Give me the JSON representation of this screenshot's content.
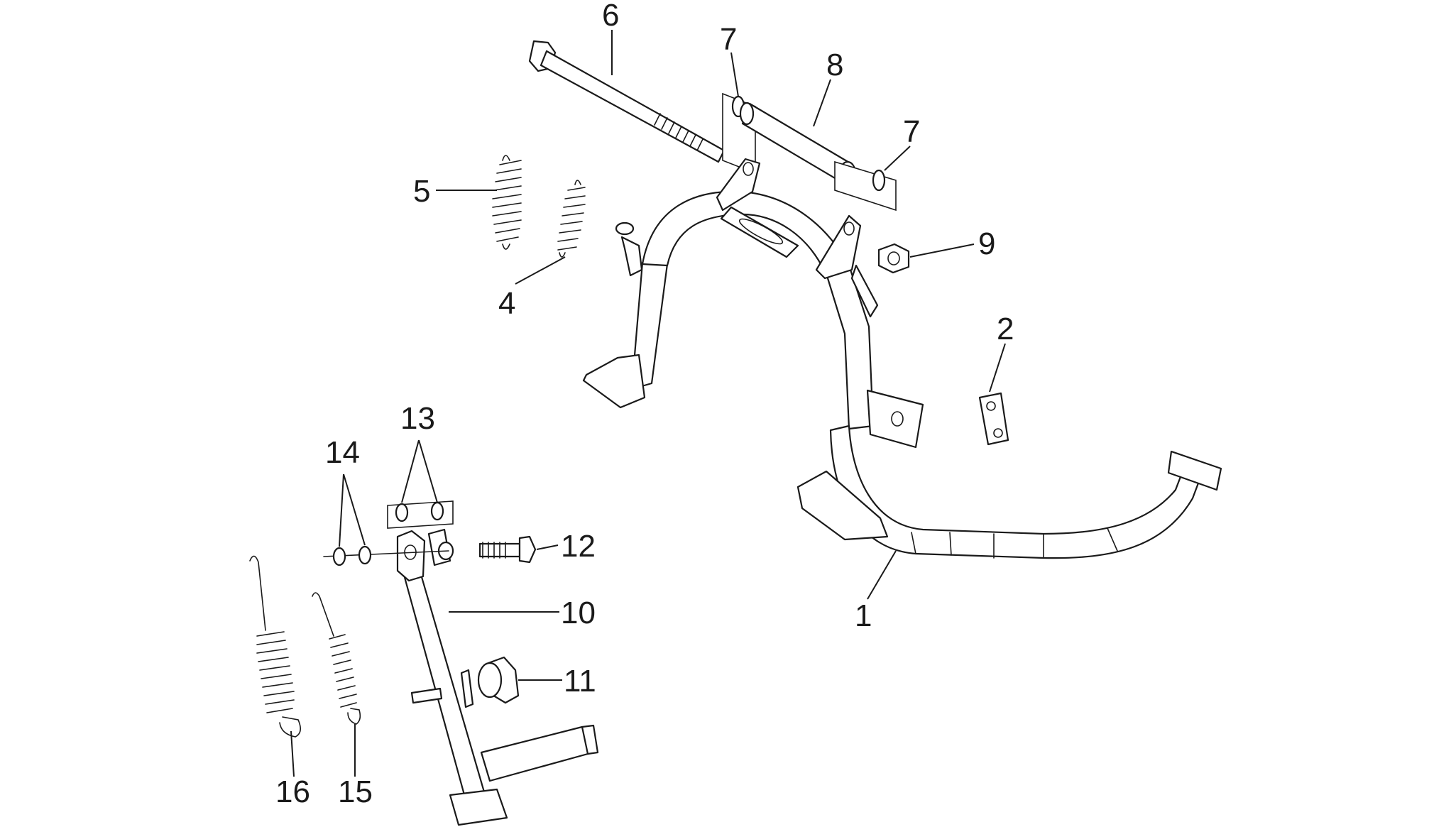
{
  "callouts": [
    {
      "id": "c1",
      "text": "1"
    },
    {
      "id": "c2",
      "text": "2"
    },
    {
      "id": "c4",
      "text": "4"
    },
    {
      "id": "c5",
      "text": "5"
    },
    {
      "id": "c6",
      "text": "6"
    },
    {
      "id": "c7a",
      "text": "7"
    },
    {
      "id": "c7b",
      "text": "7"
    },
    {
      "id": "c8",
      "text": "8"
    },
    {
      "id": "c9",
      "text": "9"
    },
    {
      "id": "c10",
      "text": "10"
    },
    {
      "id": "c11",
      "text": "11"
    },
    {
      "id": "c12",
      "text": "12"
    },
    {
      "id": "c13",
      "text": "13"
    },
    {
      "id": "c14",
      "text": "14"
    },
    {
      "id": "c15",
      "text": "15"
    },
    {
      "id": "c16",
      "text": "16"
    }
  ]
}
